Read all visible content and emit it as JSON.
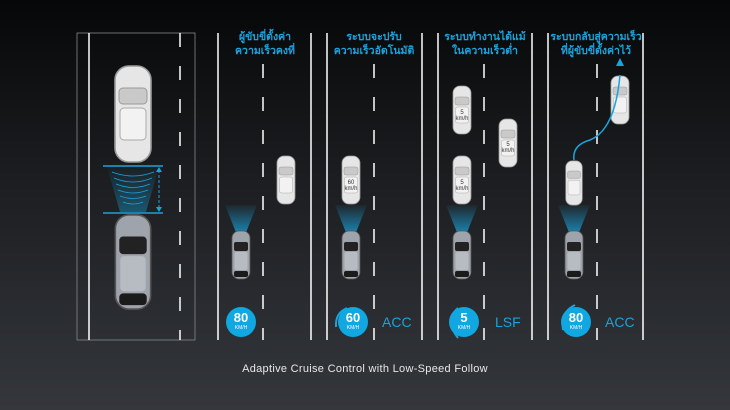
{
  "caption": "Adaptive Cruise Control with Low-Speed Follow",
  "panels": [
    {
      "title": "ผู้ขับขี่ตั้งค่าความเร็วคงที่",
      "speed": "80",
      "unit": "KM/H",
      "mode": ""
    },
    {
      "title": "ระบบจะปรับความเร็วอัตโนมัติ",
      "speed": "60",
      "unit": "KM/H",
      "mode": "ACC",
      "car_label": "60 km/h"
    },
    {
      "title": "ระบบทำงานได้แม้ในความเร็วต่ำ",
      "speed": "5",
      "unit": "KM/H",
      "mode": "LSF",
      "car_label": "5 km/h"
    },
    {
      "title": "ระบบกลับสู่ความเร็วที่ผู้ขับขี่ตั้งค่าไว้",
      "speed": "80",
      "unit": "KM/H",
      "mode": "ACC"
    }
  ],
  "colors": {
    "accent": "#11a7e0",
    "lane": "#ffffff"
  }
}
